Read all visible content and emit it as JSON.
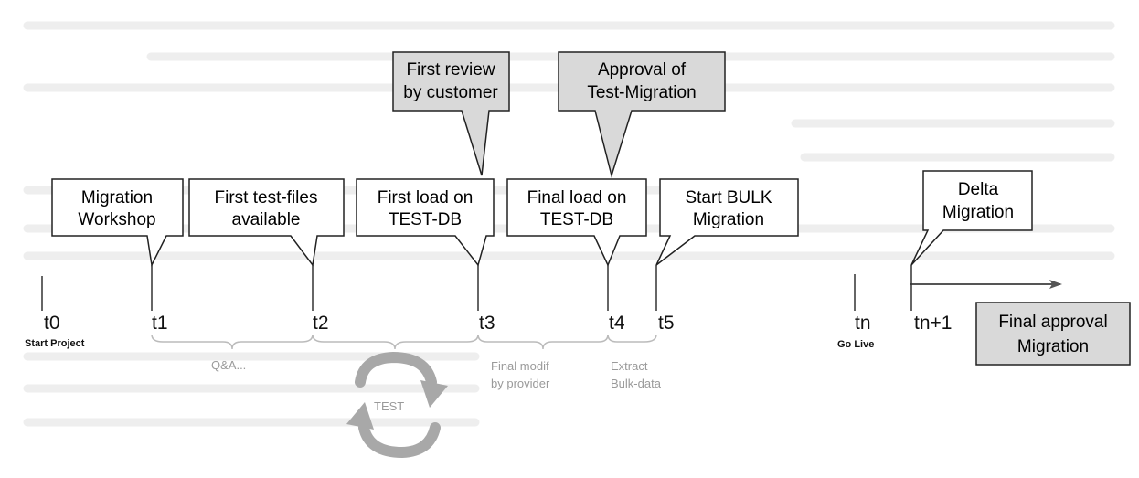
{
  "callouts": {
    "migration_workshop": [
      "Migration",
      "Workshop"
    ],
    "first_test_files": [
      "First test-files",
      "available"
    ],
    "first_load": [
      "First load on",
      "TEST-DB"
    ],
    "final_load": [
      "Final load on",
      "TEST-DB"
    ],
    "start_bulk": [
      "Start BULK",
      "Migration"
    ],
    "delta_migration": [
      "Delta",
      "Migration"
    ],
    "first_review": [
      "First review",
      "by customer"
    ],
    "approval_test": [
      "Approval of",
      "Test-Migration"
    ],
    "final_approval": [
      "Final approval",
      "Migration"
    ]
  },
  "ticks": {
    "t0": "t0",
    "t1": "t1",
    "t2": "t2",
    "t3": "t3",
    "t4": "t4",
    "t5": "t5",
    "tn": "tn",
    "tn1": "tn+1"
  },
  "sub_labels": {
    "start_project": "Start Project",
    "go_live": "Go Live"
  },
  "phases": {
    "qa": "Q&A...",
    "test": "TEST",
    "final_modif": [
      "Final modif",
      "by provider"
    ],
    "extract": [
      "Extract",
      "Bulk-data"
    ]
  },
  "colors": {
    "shaded_box": "#d9d9d9",
    "white_box": "#ffffff",
    "ghost_text": "#9a9a9a",
    "ghost_shape": "#aaaaaa",
    "scan_line": "#ededed"
  }
}
